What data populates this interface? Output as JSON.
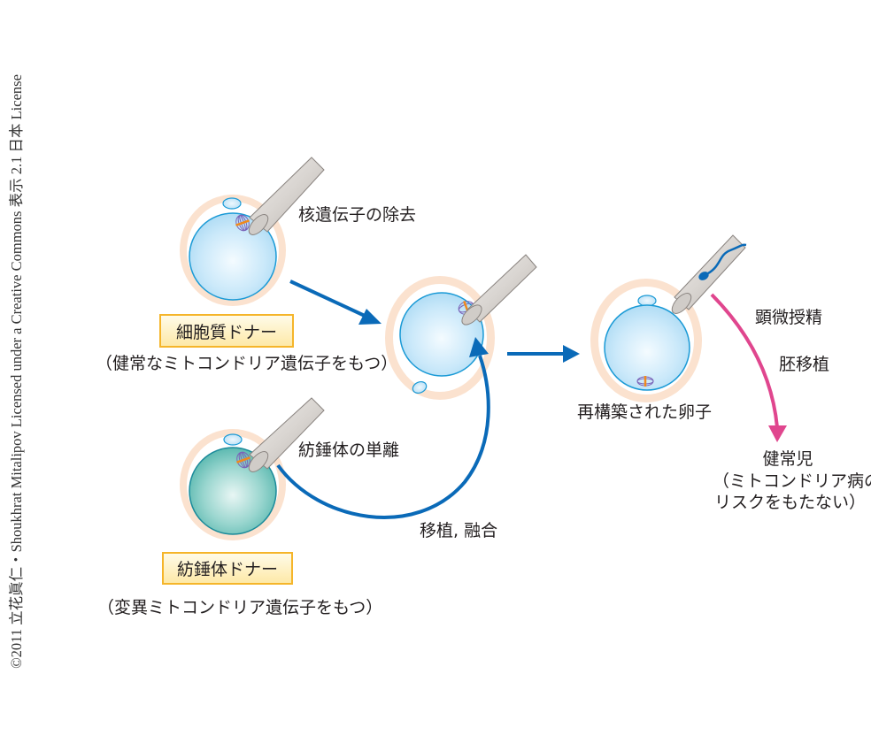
{
  "credit": "©2011 立花眞仁・Shoukhrat Mitalipov Licensed under a Creative Commons 表示 2.1 日本 License",
  "colors": {
    "arrow_blue": "#0a6ab8",
    "arrow_pink": "#e0468e",
    "zona": "#fbe2cf",
    "cell_blue": "#bfe3f7",
    "cell_teal": "#6cc3bc",
    "membrane": "#1a9ad6",
    "box_border": "#f5b52a",
    "box_fill": "#fdeaa9",
    "pipette": "#d8d4d0",
    "spindle": "#7a63b8",
    "chromosome": "#f08a1c"
  },
  "labels": {
    "nuclear_removal": "核遺伝子の除去",
    "cytoplasm_donor": "細胞質ドナー",
    "cytoplasm_donor_note": "（健常なミトコンドリア遺伝子をもつ）",
    "spindle_isolation": "紡錘体の単離",
    "transfer_fusion": "移植, 融合",
    "spindle_donor": "紡錘体ドナー",
    "spindle_donor_note": "（変異ミトコンドリア遺伝子をもつ）",
    "reconstructed_egg": "再構築された卵子",
    "icsi": "顕微授精",
    "embryo_transfer": "胚移植",
    "healthy_child": "健常児",
    "healthy_child_note_1": "（ミトコンドリア病の",
    "healthy_child_note_2": "リスクをもたない）"
  }
}
